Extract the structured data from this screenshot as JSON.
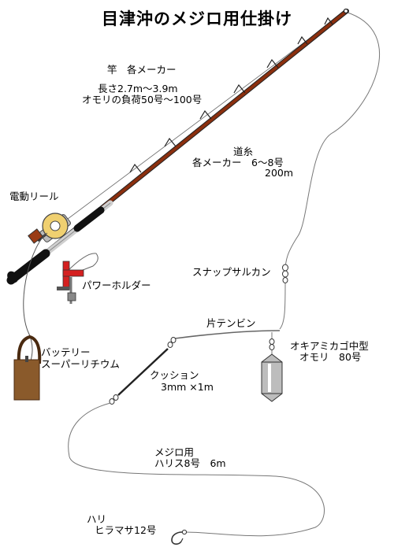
{
  "title": "目津沖のメジロ用仕掛け",
  "rod": {
    "name": "竿　各メーカー",
    "length": "長さ2.7m～3.9m",
    "sinker_load": "オモリの負荷50号～100号"
  },
  "line": {
    "name": "道糸",
    "maker_size": "各メーカー　6～8号",
    "length": "200m"
  },
  "reel": {
    "label": "電動リール"
  },
  "holder": {
    "label": "パワーホルダー"
  },
  "battery": {
    "line1": "バッテリー",
    "line2": "スーパーリチウム"
  },
  "snap_swivel": {
    "label": "スナップサルカン"
  },
  "tenbin": {
    "label": "片テンビン"
  },
  "cage": {
    "line1": "オキアミカゴ中型",
    "line2": "オモリ　80号"
  },
  "cushion": {
    "line1": "クッション",
    "line2": "3mm ×1m"
  },
  "leader": {
    "line1": "メジロ用",
    "line2": "ハリス8号　6m"
  },
  "hook": {
    "line1": "ハリ",
    "line2": "ヒラマサ12号"
  },
  "colors": {
    "rod_brown": "#8b2f0e",
    "rod_shaft": "#c8c8c8",
    "grip_black": "#1a1a1a",
    "reel_yellow": "#f0d070",
    "holder_red": "#d42020",
    "battery_brown": "#8a5a2b",
    "cage_gray": "#bdbdbd"
  },
  "icons": {
    "rod": "fishing-rod-icon",
    "reel": "electric-reel-icon",
    "holder": "rod-holder-icon",
    "battery": "battery-bag-icon",
    "swivel": "swivel-icon",
    "cage": "chum-cage-icon",
    "hook": "fish-hook-icon"
  }
}
